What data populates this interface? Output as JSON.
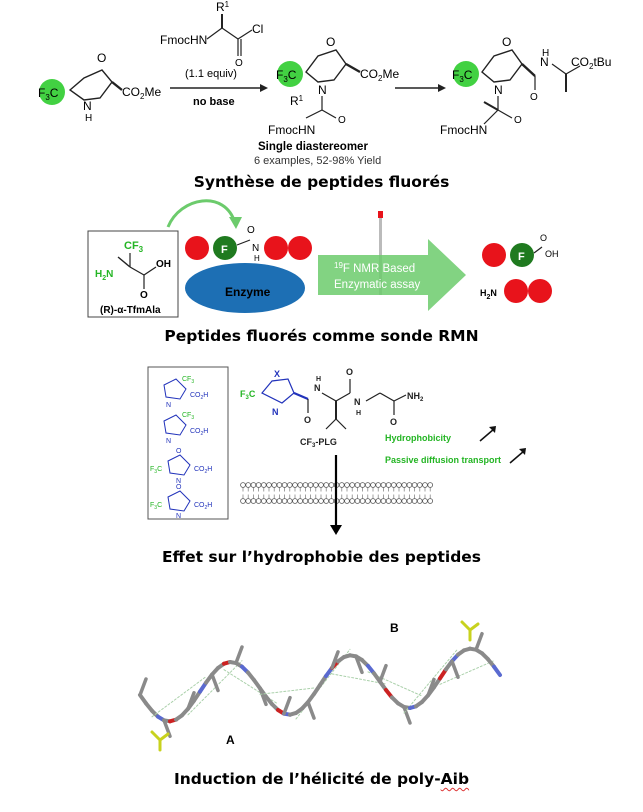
{
  "panel1": {
    "caption": "Synthèse de peptides fluorés",
    "reagent": "FmocHN",
    "reagent_r": "R",
    "reagent_r_sup": "1",
    "reagent_cl": "Cl",
    "equiv": "(1.1 equiv)",
    "condition": "no base",
    "cf3": "F",
    "cf3_sub": "3",
    "cf3_c": "C",
    "ester": "CO",
    "ester_sub": "2",
    "ester_me": "Me",
    "nh": "N",
    "nh_h": "H",
    "product_n": "N",
    "product_r": "R",
    "product_r_sup": "1",
    "product_fmoc": "FmocHN",
    "product_note": "Single diastereomer",
    "product_yield": "6 examples, 52-98% Yield",
    "final_tbu": "CO",
    "final_tbu_sub": "2",
    "final_tbu_end": "tBu",
    "final_nh": "N",
    "final_nh_h": "H",
    "final_fmoc": "FmocHN"
  },
  "panel2": {
    "caption": "Peptides fluorés comme sonde RMN",
    "box_label_top": "CF",
    "box_label_top_sub": "3",
    "box_h2n": "H",
    "box_h2n_sub": "2",
    "box_h2n_n": "N",
    "box_oh": "OH",
    "box_o": "O",
    "box_name": "(R)-α-TfmAla",
    "enzyme": "Enzyme",
    "enzyme_f": "F",
    "enzyme_o": "O",
    "enzyme_nh": "N",
    "enzyme_h": "H",
    "arrow_line1_sup": "19",
    "arrow_line1": "F NMR Based",
    "arrow_line2": "Enzymatic assay",
    "prod_f": "F",
    "prod_o": "O",
    "prod_oh": "OH",
    "prod_h2n": "H",
    "prod_h2n_sub": "2",
    "prod_h2n_n": "N"
  },
  "panel3": {
    "caption": "Effet sur l’hydrophobie des peptides",
    "list_cf3": "CF",
    "list_cf3_sub": "3",
    "list_co2h": "CO",
    "list_co2h_sub": "2",
    "list_co2h_h": "H",
    "list_nh": "N",
    "list_h": "H",
    "list_f3c": "F",
    "list_f3c_sub": "3",
    "list_f3c_c": "C",
    "list_o": "O",
    "main_f3c": "F",
    "main_f3c_sub": "3",
    "main_f3c_c": "C",
    "main_x": "X",
    "main_n": "N",
    "main_h": "H",
    "main_o": "O",
    "main_nh2": "NH",
    "main_nh2_sub": "2",
    "main_name": "CF",
    "main_name_sub": "3",
    "main_name_end": "-PLG",
    "prop1": "Hydrophobicity",
    "prop2": "Passive diffusion transport"
  },
  "panel4": {
    "caption_pre": "Induction de l’hélicité de poly-",
    "caption_word": "Aib",
    "label_a": "A",
    "label_b": "B"
  },
  "colors": {
    "green_circle": "#2ecc2e",
    "red_circle": "#e8131b",
    "dark_green_circle": "#1f7a1f",
    "enzyme_blue": "#1d6fb4",
    "arrow_green": "#6ccb6c",
    "chem_green": "#24b524",
    "chem_blue": "#2233bb",
    "helix_gray": "#8a8a8a",
    "helix_blue": "#5a6ad0",
    "helix_red": "#cc2222",
    "helix_yellow": "#c8d21e"
  }
}
